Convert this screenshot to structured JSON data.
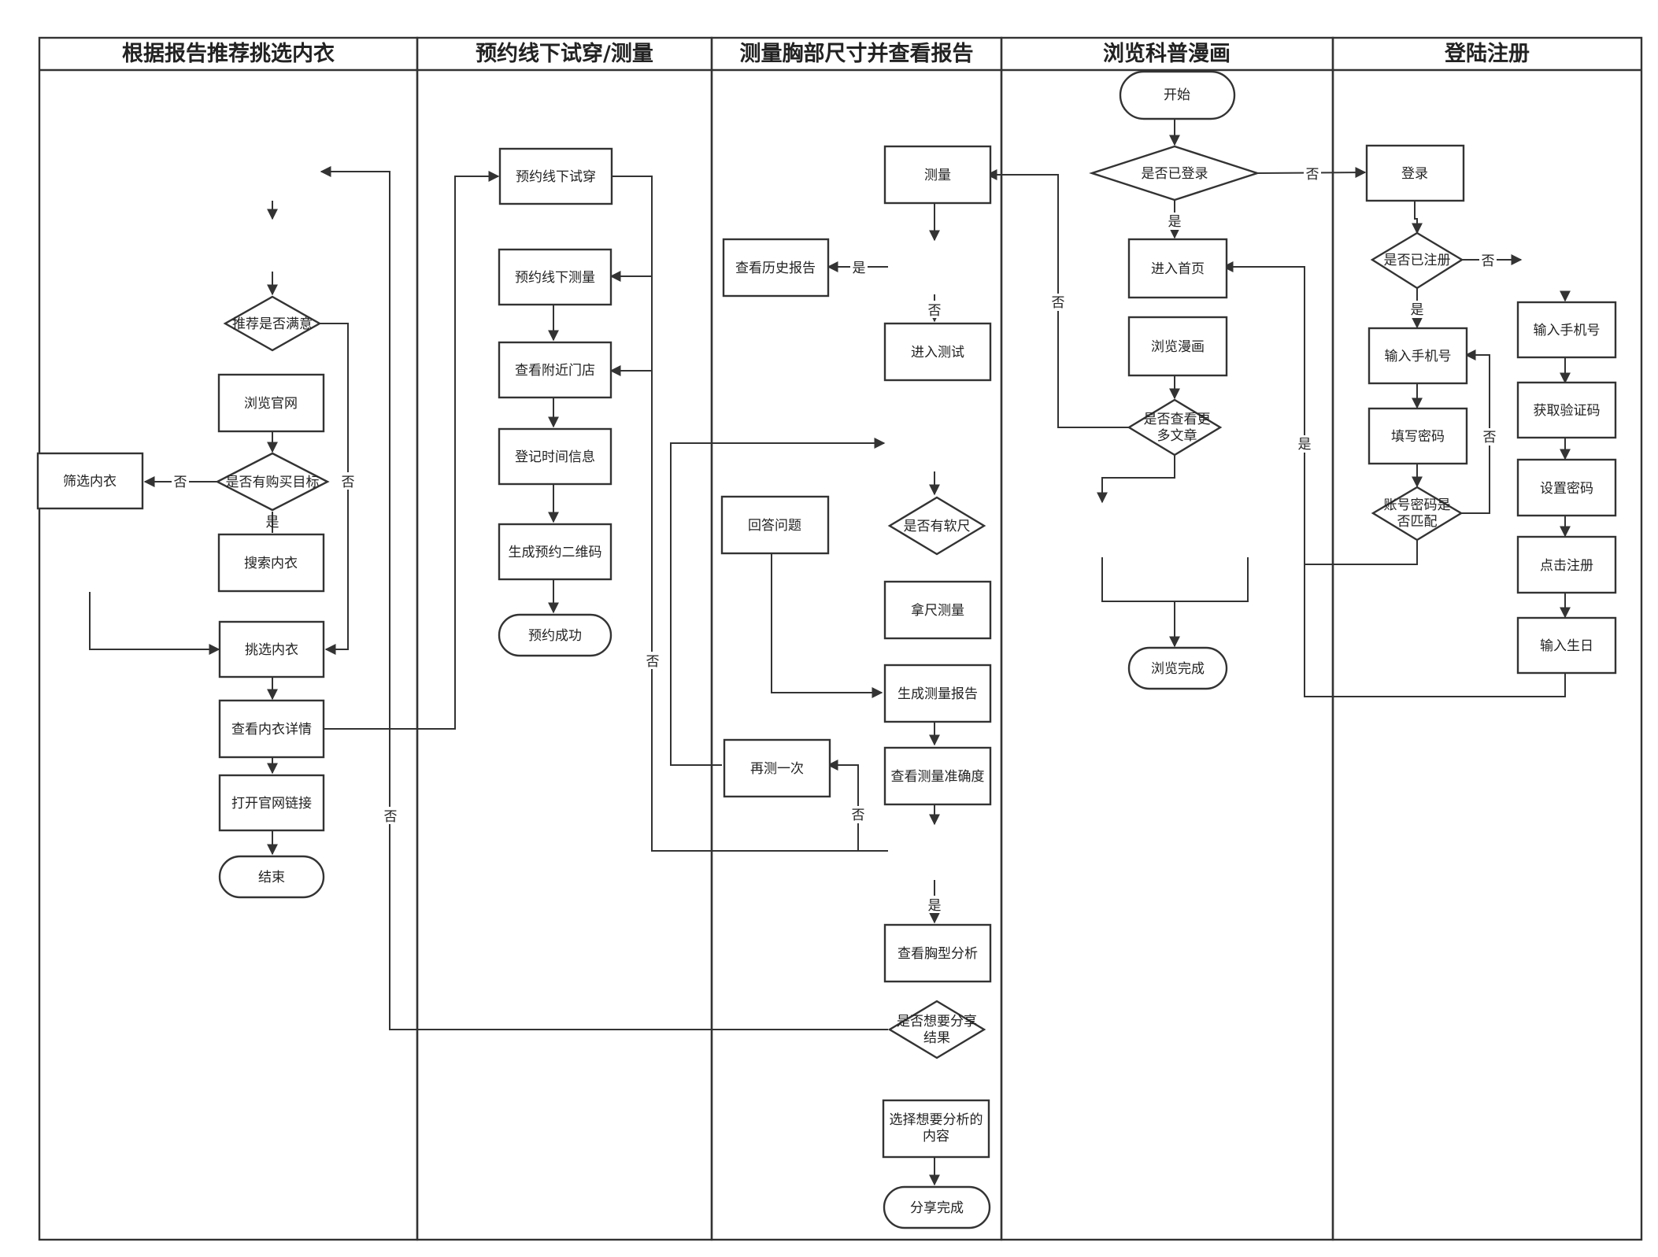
{
  "lanes": [
    {
      "title": "根据报告推荐挑选内衣"
    },
    {
      "title": "预约线下试穿/测量"
    },
    {
      "title": "测量胸部尺寸并查看报告"
    },
    {
      "title": "浏览科普漫画"
    },
    {
      "title": "登陆注册"
    }
  ],
  "nodes": {
    "browse_site": "浏览官网",
    "rec_ok": "推荐是否满意",
    "has_target": "是否有购买目标",
    "filter": "筛选内衣",
    "search": "搜索内衣",
    "pick": "挑选内衣",
    "detail": "查看内衣详情",
    "open_link": "打开官网链接",
    "end": "结束",
    "book_try": "预约线下试穿",
    "book_measure": "预约线下测量",
    "nearby_store": "查看附近门店",
    "reg_time": "登记时间信息",
    "gen_qr": "生成预约二维码",
    "book_done": "预约成功",
    "measure": "测量",
    "history": "查看历史报告",
    "enter_test": "进入测试",
    "answer": "回答问题",
    "soft_ruler": "是否有软尺",
    "tape": "拿尺测量",
    "gen_report": "生成测量报告",
    "retest": "再测一次",
    "accuracy": "查看测量准确度",
    "shape": "查看胸型分析",
    "share_q": "是否想要分享结果",
    "select_content": "选择想要分析的内容",
    "share_done": "分享完成",
    "start": "开始",
    "logged_in": "是否已登录",
    "home": "进入首页",
    "comics": "浏览漫画",
    "more_articles": "是否查看更多文章",
    "browse_done": "浏览完成",
    "login": "登录",
    "registered": "是否已注册",
    "phone": "输入手机号",
    "password": "填写密码",
    "match": "账号密码是否匹配",
    "phone2": "输入手机号",
    "get_code": "获取验证码",
    "set_pwd": "设置密码",
    "click_reg": "点击注册",
    "birthday": "输入生日"
  },
  "labels": {
    "yes": "是",
    "no": "否"
  }
}
